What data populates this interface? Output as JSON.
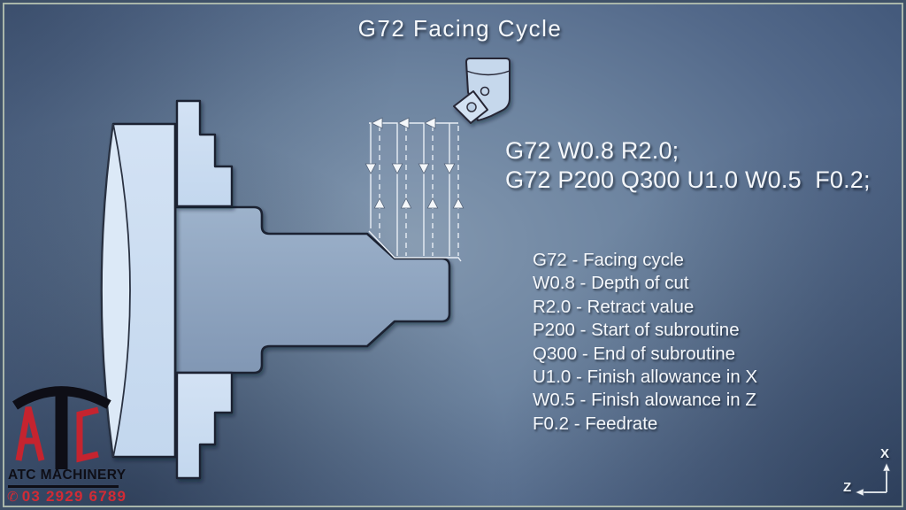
{
  "title": "G72 Facing Cycle",
  "code": {
    "lines": [
      "G72 W0.8 R2.0;",
      "G72 P200 Q300 U1.0 W0.5  F0.2;"
    ]
  },
  "explanation": {
    "lines": [
      "G72 - Facing cycle",
      "W0.8 - Depth of cut",
      "R2.0 - Retract value",
      "P200 - Start of subroutine",
      "Q300 - End of subroutine",
      "U1.0 - Finish allowance in X",
      "W0.5 - Finish alowance in Z",
      "F0.2 - Feedrate"
    ]
  },
  "axis": {
    "x_label": "X",
    "z_label": "Z"
  },
  "logo": {
    "company": "ATC MACHINERY",
    "phone": "03 2929 6789",
    "phone_icon_glyph": "✆"
  },
  "colors": {
    "frame_line": "#a9b6aa",
    "background_center": "#8297af",
    "background_edge": "#42587a",
    "chuck_fill": "#cfe0f3",
    "chuck_face_fill": "#dce9f7",
    "workpiece_fill": "#92a8c2",
    "outline_dark": "#1b2433",
    "toolpath_line": "#e8eef5",
    "text_white": "#f4f7fb",
    "logo_black": "#0e0e16",
    "logo_red": "#c5242f",
    "phone_red": "#d22b35"
  }
}
